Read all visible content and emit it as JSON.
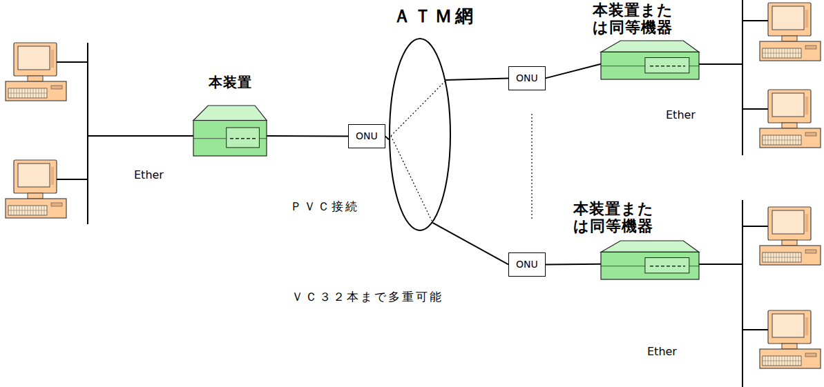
{
  "diagram": {
    "nodes": [
      {
        "text": [
          "本装置"
        ]
      },
      {
        "text": [
          "ONU"
        ]
      },
      {
        "text": [
          "ＡＴＭ網"
        ]
      },
      {
        "text": [
          "ONU"
        ]
      },
      {
        "text": [
          "本装置また は同等機器"
        ]
      },
      {
        "text": [
          "ONU"
        ]
      },
      {
        "text": [
          "本装置また は同等機器"
        ]
      }
    ],
    "edges": [
      {
        "from": 0,
        "to": 1,
        "arrow": "none"
      },
      {
        "from": 1,
        "to": 2,
        "arrow": "none"
      },
      {
        "from": 2,
        "to": 3,
        "arrow": "none"
      },
      {
        "from": 3,
        "to": 4,
        "arrow": "none"
      },
      {
        "from": 2,
        "to": 5,
        "arrow": "none"
      },
      {
        "from": 5,
        "to": 6,
        "arrow": "none"
      }
    ],
    "labels": [
      "Ether",
      "Ether",
      "Ether",
      "ＰＶＣ接続",
      "ＶＣ３２本まで多重可能"
    ]
  }
}
